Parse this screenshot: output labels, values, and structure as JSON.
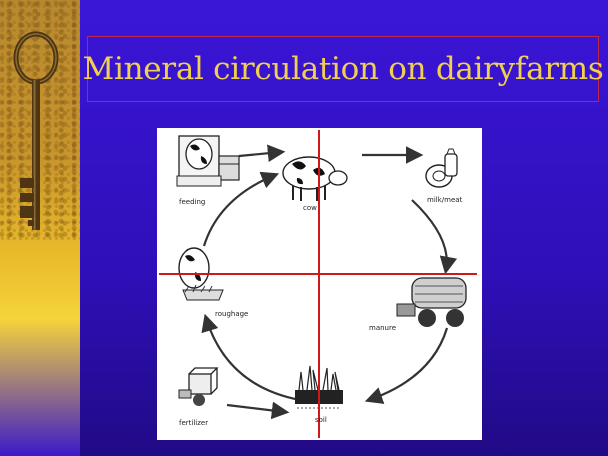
{
  "slide": {
    "title": "Mineral circulation on dairyfarms"
  },
  "diagram": {
    "nodes": [
      {
        "id": "feeding",
        "label": "feeding"
      },
      {
        "id": "cow",
        "label": "cow"
      },
      {
        "id": "milk",
        "label": "milk/meat"
      },
      {
        "id": "manure",
        "label": "manure"
      },
      {
        "id": "soil",
        "label": "soil"
      },
      {
        "id": "fertilizer",
        "label": "fertilizer"
      },
      {
        "id": "roughage",
        "label": "roughage"
      }
    ],
    "colors": {
      "crosshair": "#d01818",
      "arrows": "#333333",
      "title": "#f0d050",
      "background": "#3015c8"
    }
  }
}
